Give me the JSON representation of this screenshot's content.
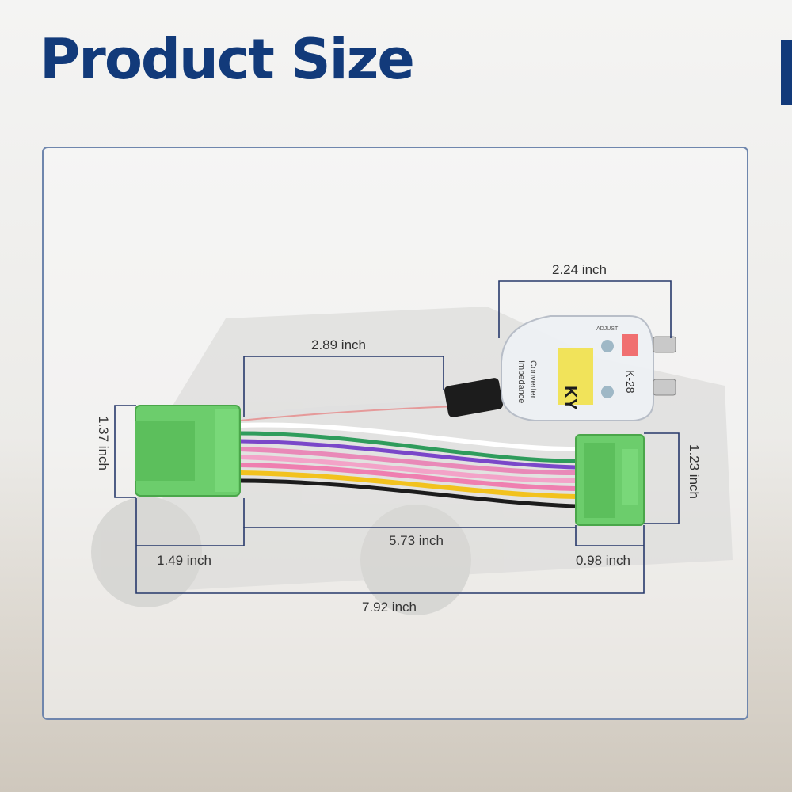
{
  "title": "Product Size",
  "device_text": {
    "line1": "Impedance",
    "line2": "Converter",
    "model": "K-28",
    "brand": "KY",
    "knob": "ADJUST"
  },
  "dimensions": {
    "converter_width": "2.24 inch",
    "cable_length": "2.89 inch",
    "left_connector_height": "1.37 inch",
    "right_connector_height": "1.23 inch",
    "harness_length": "5.73 inch",
    "left_connector_width": "1.49 inch",
    "right_connector_width": "0.98 inch",
    "total_length": "7.92 inch"
  },
  "colors": {
    "title": "#123a7a",
    "dimension_line": "#27396b",
    "connector_green": "#6ccd6c",
    "panel_border": "#6f86ad"
  }
}
